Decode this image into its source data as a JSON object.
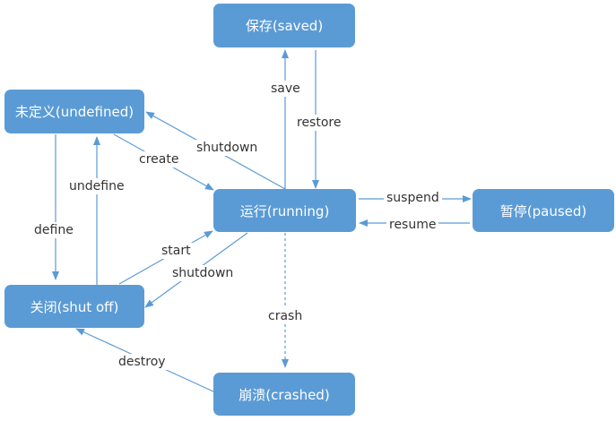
{
  "colors": {
    "node_fill": "#5b9bd5",
    "node_text": "#ffffff",
    "edge": "#5b9bd5",
    "label_text": "#333333"
  },
  "states": {
    "saved": "保存(saved)",
    "undefined": "未定义(undefined)",
    "running": "运行(running)",
    "paused": "暂停(paused)",
    "shutoff": "关闭(shut off)",
    "crashed": "崩溃(crashed)"
  },
  "transitions": {
    "save": "save",
    "restore": "restore",
    "shutdown_to_undefined": "shutdown",
    "create": "create",
    "undefine": "undefine",
    "define": "define",
    "suspend": "suspend",
    "resume": "resume",
    "start": "start",
    "shutdown_to_shutoff": "shutdown",
    "crash": "crash",
    "destroy": "destroy"
  }
}
